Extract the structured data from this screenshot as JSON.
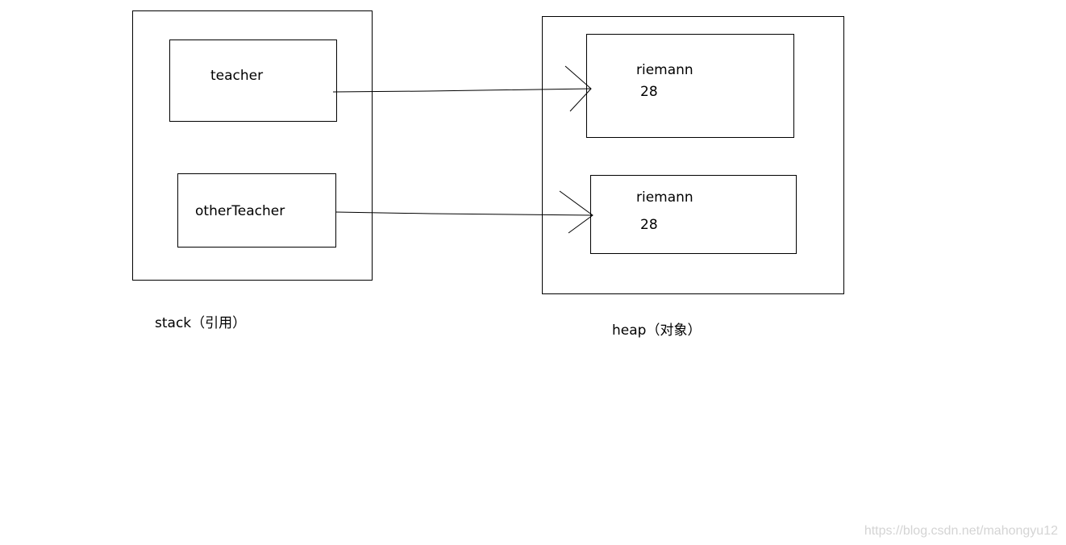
{
  "stack": {
    "caption": "stack（引用）",
    "refs": [
      {
        "label": "teacher"
      },
      {
        "label": "otherTeacher"
      }
    ]
  },
  "heap": {
    "caption": "heap（对象）",
    "objects": [
      {
        "name": "riemann",
        "age": "28"
      },
      {
        "name": "riemann",
        "age": "28"
      }
    ]
  },
  "watermark": "https://blog.csdn.net/mahongyu12",
  "colors": {
    "stroke": "#000000",
    "background": "#ffffff",
    "watermark": "#d4d4d4"
  }
}
